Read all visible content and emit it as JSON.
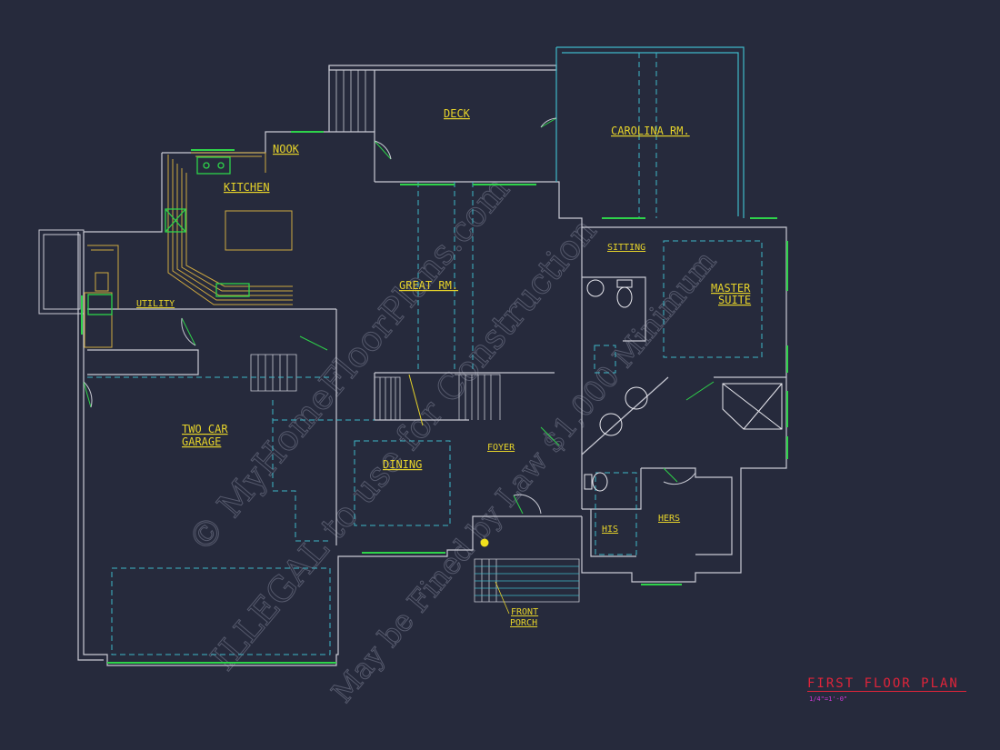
{
  "plan": {
    "title": "FIRST FLOOR PLAN",
    "scale": "1/4\"=1'-0\"",
    "rooms": {
      "deck": "DECK",
      "carolina": "CAROLINA RM.",
      "nook": "NOOK",
      "kitchen": "KITCHEN",
      "utility": "UTILITY",
      "great": "GREAT RM.",
      "sitting": "SITTING",
      "master1": "MASTER",
      "master2": "SUITE",
      "garage1": "TWO CAR",
      "garage2": "GARAGE",
      "dining": "DINING",
      "foyer": "FOYER",
      "his": "HIS",
      "hers": "HERS",
      "porch1": "FRONT",
      "porch2": "PORCH"
    },
    "watermark": {
      "line1": "© MyHomeFloorPlans.com",
      "line2": "ILLEGAL to use for Construction",
      "line3": "May be Fined by Law $1,000 Minimum"
    },
    "colors": {
      "background": "#262a3c",
      "wall": "#c9cad4",
      "dashed": "#3fb8c8",
      "label": "#e6d32a",
      "window": "#2ed34a",
      "title": "#e0243a",
      "scale": "#d03ad8"
    }
  }
}
